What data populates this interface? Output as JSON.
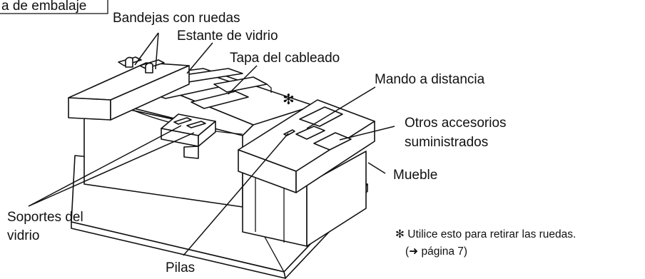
{
  "diagram": {
    "labels": {
      "packing_material": "a de embalaje",
      "trays_with_wheels": "Bandejas con ruedas",
      "glass_shelf": "Estante de vidrio",
      "wiring_cover": "Tapa del cableado",
      "asterisk_mark": "✻",
      "remote_control": "Mando a distancia",
      "other_accessories_line1": "Otros accesorios",
      "other_accessories_line2": "suministrados",
      "cabinet": "Mueble",
      "glass_supports_line1": "Soportes del",
      "glass_supports_line2": "vidrio",
      "batteries": "Pilas"
    },
    "footnote": {
      "line1": "✻ Utilice esto para retirar las ruedas.",
      "line2": "(➜ página 7)"
    }
  }
}
